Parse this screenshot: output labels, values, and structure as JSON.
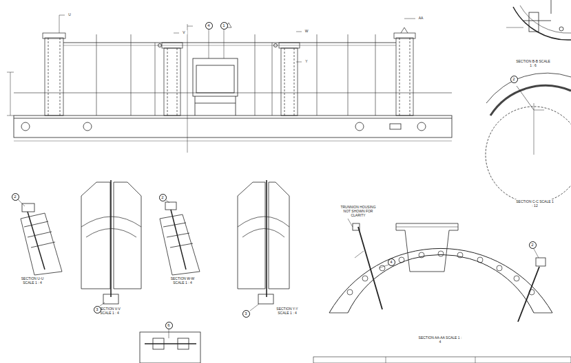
{
  "diagram": {
    "nodes": [
      {
        "text": [
          "4"
        ]
      },
      {
        "text": [
          "1"
        ]
      },
      {
        "text": [
          "2"
        ]
      },
      {
        "text": [
          "3"
        ]
      },
      {
        "text": [
          "2"
        ]
      },
      {
        "text": [
          "3"
        ]
      },
      {
        "text": [
          "2"
        ]
      },
      {
        "text": [
          "4"
        ]
      },
      {
        "text": [
          "2"
        ]
      },
      {
        "text": [
          "6"
        ]
      }
    ],
    "labels": [
      "SECTION B-B SCALE 1 : 6",
      "SECTION C-C SCALE 1 : 12",
      "SECTION U-U SCALE 1 : 4",
      "SECTION V-V SCALE 1 : 4",
      "SECTION W-W SCALE 1 : 4",
      "SECTION Y-Y SCALE 1 : 4",
      "TRUNNION HOUSING NOT SHOWN FOR CLARITY",
      "SECTION AA-AA SCALE 1 : 4",
      "U",
      "V",
      "W",
      "Y",
      "AA"
    ]
  }
}
